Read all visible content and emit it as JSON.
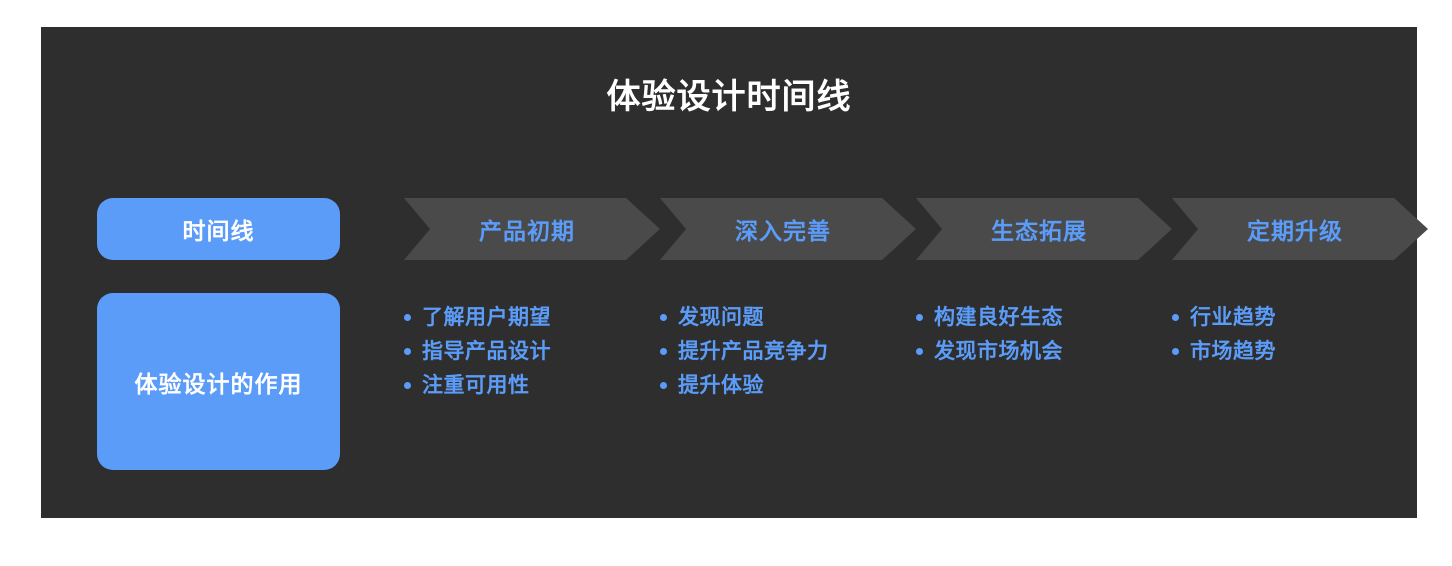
{
  "title": "体验设计时间线",
  "colors": {
    "panel_bg": "#2e2e2e",
    "accent_blue": "#5b9cf8",
    "chevron_gray": "#4a4a4a",
    "title_text": "#ffffff",
    "page_bg": "#ffffff"
  },
  "stages": {
    "first_label": "时间线",
    "items": [
      {
        "label": "产品初期"
      },
      {
        "label": "深入完善"
      },
      {
        "label": "生态拓展"
      },
      {
        "label": "定期升级"
      }
    ]
  },
  "content": {
    "row_label": "体验设计的作用",
    "columns": [
      {
        "bullets": [
          "了解用户期望",
          "指导产品设计",
          "注重可用性"
        ]
      },
      {
        "bullets": [
          "发现问题",
          "提升产品竞争力",
          "提升体验"
        ]
      },
      {
        "bullets": [
          "构建良好生态",
          "发现市场机会"
        ]
      },
      {
        "bullets": [
          "行业趋势",
          "市场趋势"
        ]
      }
    ]
  }
}
